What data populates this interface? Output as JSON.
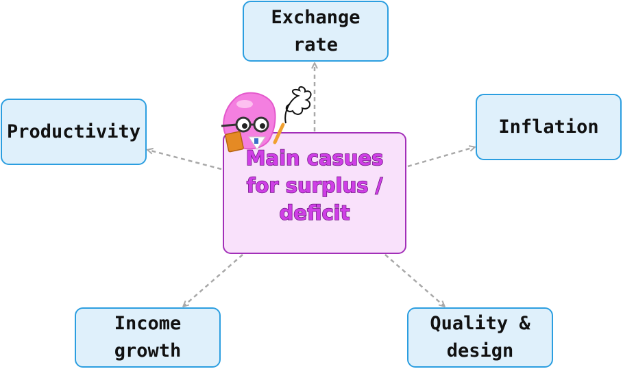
{
  "diagram": {
    "center": {
      "lines": [
        "Main casues",
        "for surplus /",
        "deficit"
      ]
    },
    "nodes": [
      {
        "id": "exchange-rate",
        "lines": [
          "Exchange",
          "rate"
        ]
      },
      {
        "id": "productivity",
        "lines": [
          "Productivity"
        ]
      },
      {
        "id": "inflation",
        "lines": [
          "Inflation"
        ]
      },
      {
        "id": "income-growth",
        "lines": [
          "Income",
          "growth"
        ]
      },
      {
        "id": "quality-design",
        "lines": [
          "Quality &",
          "design"
        ]
      }
    ],
    "edges": [
      {
        "from": "center",
        "to": "exchange-rate"
      },
      {
        "from": "center",
        "to": "productivity"
      },
      {
        "from": "center",
        "to": "inflation"
      },
      {
        "from": "center",
        "to": "income-growth"
      },
      {
        "from": "center",
        "to": "quality-design"
      }
    ],
    "mascot_icon": "scientist-blob-mascot-icon"
  },
  "colors": {
    "node_fill": "#dff0fb",
    "node_border": "#2b9ee0",
    "center_fill": "#f9e1fb",
    "center_border": "#a22fb8",
    "center_text": "#cf3fe6",
    "arrow": "#a8a8a8"
  }
}
